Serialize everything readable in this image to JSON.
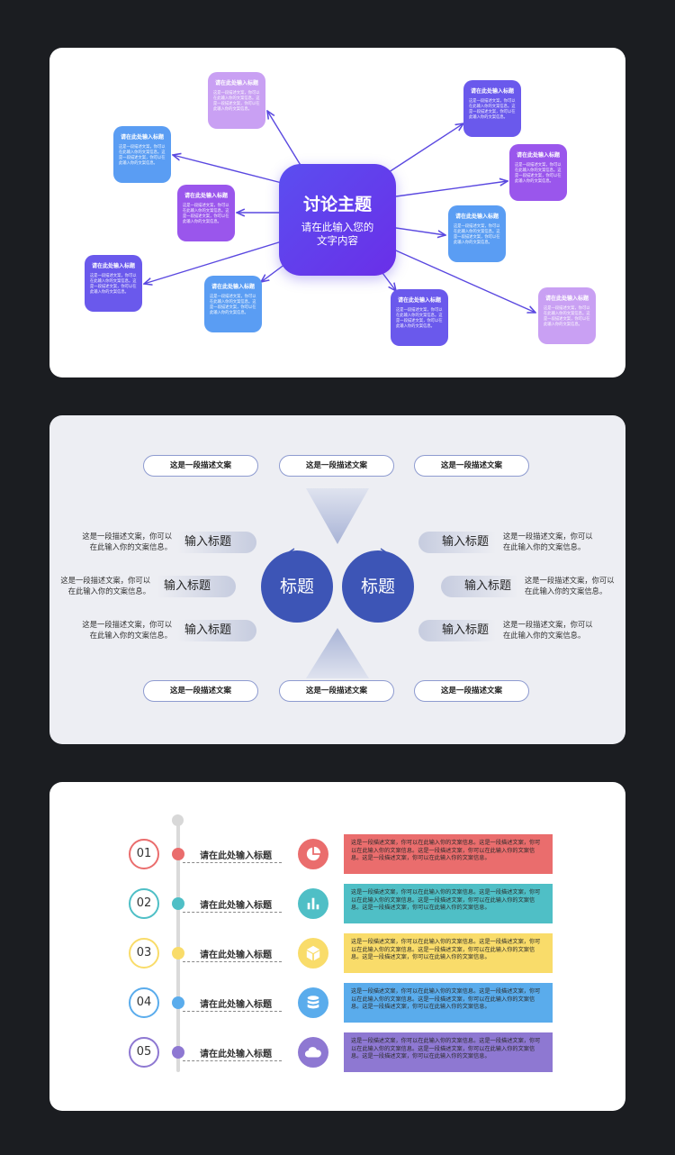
{
  "mindmap": {
    "center_title": "讨论主题",
    "center_sub1": "请在此输入您的",
    "center_sub2": "文字内容",
    "cards": [
      {
        "title": "请在此处输入标题",
        "text": "这是一段描述文案，你可以在此输入你的文案信息。这是一段描述文案，你可以在此输入你的文案信息。"
      },
      {
        "title": "请在此处输入标题",
        "text": "这是一段描述文案，你可以在此输入你的文案信息。这是一段描述文案，你可以在此输入你的文案信息。"
      },
      {
        "title": "请在此处输入标题",
        "text": "这是一段描述文案，你可以在此输入你的文案信息。这是一段描述文案，你可以在此输入你的文案信息。"
      },
      {
        "title": "请在此处输入标题",
        "text": "这是一段描述文案，你可以在此输入你的文案信息。这是一段描述文案，你可以在此输入你的文案信息。"
      },
      {
        "title": "请在此处输入标题",
        "text": "这是一段描述文案，你可以在此输入你的文案信息。这是一段描述文案，你可以在此输入你的文案信息。"
      },
      {
        "title": "请在此处输入标题",
        "text": "这是一段描述文案，你可以在此输入你的文案信息。这是一段描述文案，你可以在此输入你的文案信息。"
      },
      {
        "title": "请在此处输入标题",
        "text": "这是一段描述文案，你可以在此输入你的文案信息。这是一段描述文案，你可以在此输入你的文案信息。"
      },
      {
        "title": "请在此处输入标题",
        "text": "这是一段描述文案，你可以在此输入你的文案信息。这是一段描述文案，你可以在此输入你的文案信息。"
      },
      {
        "title": "请在此处输入标题",
        "text": "这是一段描述文案，你可以在此输入你的文案信息。这是一段描述文案，你可以在此输入你的文案信息。"
      },
      {
        "title": "请在此处输入标题",
        "text": "这是一段描述文案，你可以在此输入你的文案信息。这是一段描述文案，你可以在此输入你的文案信息。"
      }
    ]
  },
  "dual": {
    "pills_top": [
      "这是一段描述文案",
      "这是一段描述文案",
      "这是一段描述文案"
    ],
    "pills_bottom": [
      "这是一段描述文案",
      "这是一段描述文案",
      "这是一段描述文案"
    ],
    "circle_left": "标题",
    "circle_right": "标题",
    "tag_label": "输入标题",
    "desc_line1": "这是一段描述文案，你可以",
    "desc_line2": "在此输入你的文案信息。",
    "desc_alt_line1": "这是一段描述文案，你可以",
    "desc_alt_line2": "在此输入你的文案信息。"
  },
  "timeline": {
    "items": [
      {
        "num": "01",
        "title": "请在此处输入标题",
        "color": "#ea6d6d",
        "icon": "pie-chart-icon",
        "text": "这是一段描述文案，你可以在此输入你的文案信息。这是一段描述文案，你可以在此输入你的文案信息。这是一段描述文案，你可以在此输入你的文案信息。这是一段描述文案，你可以在此输入你的文案信息。"
      },
      {
        "num": "02",
        "title": "请在此处输入标题",
        "color": "#4fbfc6",
        "icon": "bar-chart-icon",
        "text": "这是一段描述文案，你可以在此输入你的文案信息。这是一段描述文案，你可以在此输入你的文案信息。这是一段描述文案，你可以在此输入你的文案信息。这是一段描述文案，你可以在此输入你的文案信息。"
      },
      {
        "num": "03",
        "title": "请在此处输入标题",
        "color": "#f9dc6a",
        "icon": "cube-icon",
        "text": "这是一段描述文案，你可以在此输入你的文案信息。这是一段描述文案，你可以在此输入你的文案信息。这是一段描述文案，你可以在此输入你的文案信息。这是一段描述文案，你可以在此输入你的文案信息。"
      },
      {
        "num": "04",
        "title": "请在此处输入标题",
        "color": "#5aacec",
        "icon": "database-icon",
        "text": "这是一段描述文案，你可以在此输入你的文案信息。这是一段描述文案，你可以在此输入你的文案信息。这是一段描述文案，你可以在此输入你的文案信息。这是一段描述文案，你可以在此输入你的文案信息。"
      },
      {
        "num": "05",
        "title": "请在此处输入标题",
        "color": "#8e78d2",
        "icon": "cloud-icon",
        "text": "这是一段描述文案，你可以在此输入你的文案信息。这是一段描述文案，你可以在此输入你的文案信息。这是一段描述文案，你可以在此输入你的文案信息。这是一段描述文案，你可以在此输入你的文案信息。"
      }
    ]
  }
}
